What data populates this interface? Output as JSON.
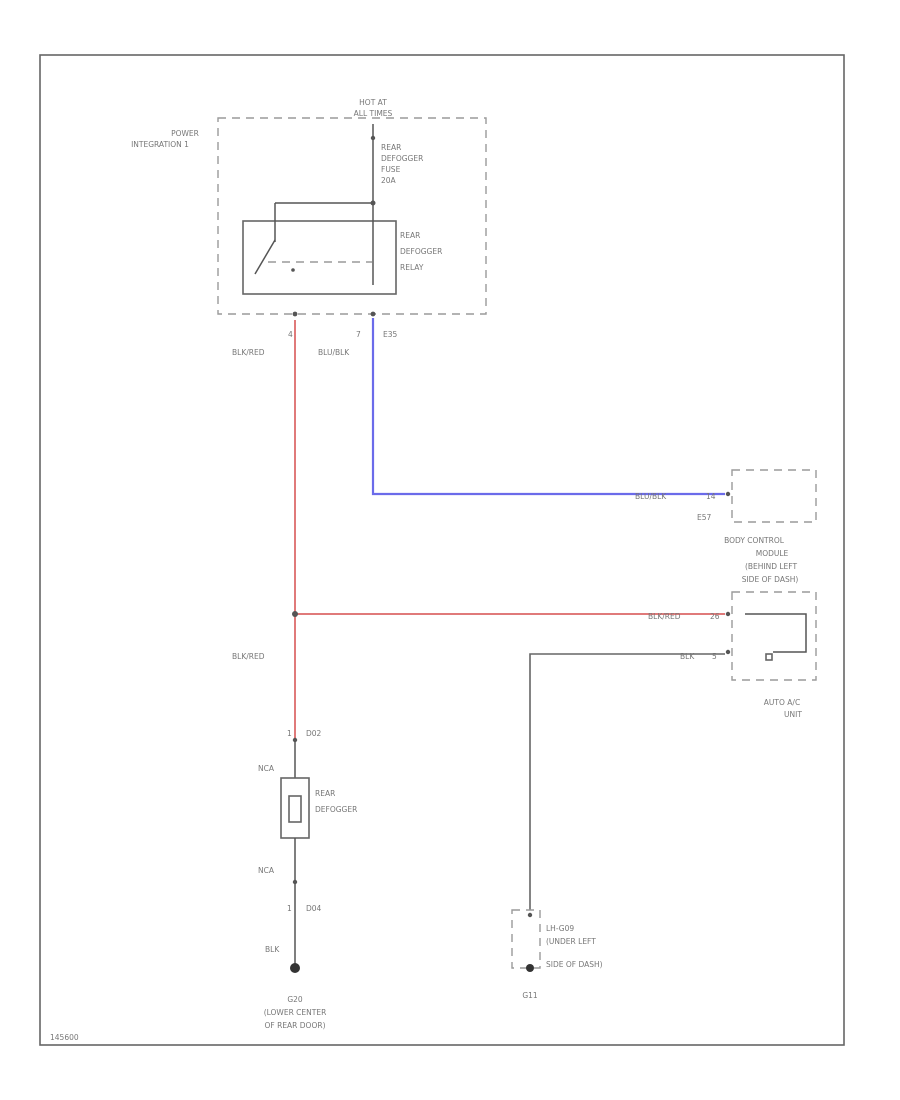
{
  "colors": {
    "wire_blu_blk": "#6b6bea",
    "wire_blk_red": "#e07a7a",
    "wire_blk": "#666666",
    "frame": "#666666",
    "dashed_outline": "#9a9a9a"
  },
  "labels": {
    "hot_at": "HOT AT",
    "all_times": "ALL TIMES",
    "power_integration_1": "POWER",
    "power_integration_2": "INTEGRATION 1",
    "fuse_1": "REAR",
    "fuse_2": "DEFOGGER",
    "fuse_3": "FUSE",
    "fuse_4": "20A",
    "relay_1": "REAR",
    "relay_2": "DEFOGGER",
    "relay_3": "RELAY",
    "pin_4": "4",
    "pin_7": "7",
    "conn_e35": "E35",
    "wire_blk_red_1": "BLK/RED",
    "wire_blu_blk_1": "BLU/BLK",
    "wire_blu_blk_2": "BLU/BLK",
    "pin_14": "14",
    "conn_e57": "E57",
    "bcm_1": "BODY CONTROL",
    "bcm_2": "MODULE",
    "bcm_3": "(BEHIND LEFT",
    "bcm_4": "SIDE OF DASH)",
    "wire_blk_red_2": "BLK/RED",
    "pin_26": "26",
    "wire_blk_red_3": "BLK/RED",
    "wire_blk": "BLK",
    "pin_5": "5",
    "auto_ac_1": "AUTO A/C",
    "auto_ac_2": "UNIT",
    "pin_1_top": "1",
    "conn_d02": "D02",
    "nca_top": "NCA",
    "defogger_1": "REAR",
    "defogger_2": "DEFOGGER",
    "nca_bottom": "NCA",
    "pin_1_bottom": "1",
    "conn_d04": "D04",
    "wire_blk_bottom": "BLK",
    "g_right_1": "LH-G09",
    "g_right_2": "(UNDER LEFT",
    "g_right_3": "SIDE OF DASH)",
    "g_right_id": "G11",
    "g_left_id": "G20",
    "g_left_2": "(LOWER CENTER",
    "g_left_3": "OF REAR DOOR)",
    "figure_id": "145600"
  }
}
